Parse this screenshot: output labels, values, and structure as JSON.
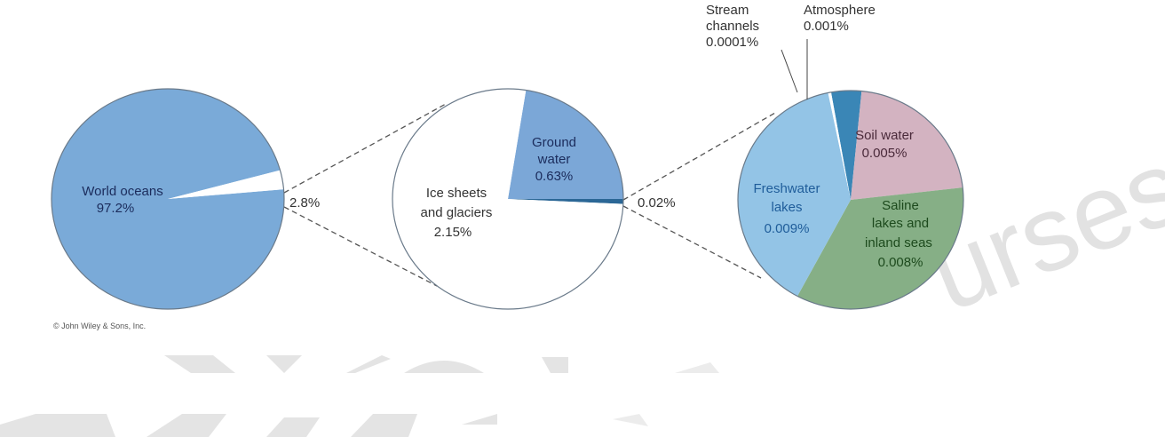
{
  "chart_data": [
    {
      "type": "pie",
      "slices": [
        {
          "label": "World oceans",
          "value": 97.2,
          "value_label": "97.2%",
          "color": "#7aaad8",
          "text_color": "#1b2c5c"
        },
        {
          "label": "",
          "value": 2.8,
          "value_label": "2.8%",
          "color": "#ffffff",
          "text_color": "#333333"
        }
      ]
    },
    {
      "type": "pie",
      "slices": [
        {
          "label": "Ground water",
          "label_lines": [
            "Ground",
            "water"
          ],
          "value": 0.63,
          "value_label": "0.63%",
          "color": "#7ba7d7",
          "text_color": "#1b2c5c"
        },
        {
          "label": "",
          "value": 0.02,
          "value_label": "0.02%",
          "color": "#2b6796",
          "text_color": "#333333"
        },
        {
          "label": "Ice sheets and glaciers",
          "label_lines": [
            "Ice sheets",
            "and glaciers"
          ],
          "value": 2.15,
          "value_label": "2.15%",
          "color": "#ffffff",
          "text_color": "#333333"
        }
      ]
    },
    {
      "type": "pie",
      "slices": [
        {
          "label": "Atmosphere",
          "label_lines": [
            "Atmosphere"
          ],
          "value": 0.001,
          "value_label": "0.001%",
          "color": "#3a86b6",
          "text_color": "#333333"
        },
        {
          "label": "Soil water",
          "label_lines": [
            "Soil water"
          ],
          "value": 0.005,
          "value_label": "0.005%",
          "color": "#d3b3c1",
          "text_color": "#4a2a3a"
        },
        {
          "label": "Saline lakes and inland seas",
          "label_lines": [
            "Saline",
            "lakes and",
            "inland seas"
          ],
          "value": 0.008,
          "value_label": "0.008%",
          "color": "#86af86",
          "text_color": "#1d4a1d"
        },
        {
          "label": "Freshwater lakes",
          "label_lines": [
            "Freshwater",
            "lakes"
          ],
          "value": 0.009,
          "value_label": "0.009%",
          "color": "#93c4e6",
          "text_color": "#1f5d9a"
        },
        {
          "label": "Stream channels",
          "label_lines": [
            "Stream",
            "channels"
          ],
          "value": 0.0001,
          "value_label": "0.0001%",
          "color": "#ffffff",
          "text_color": "#333333"
        }
      ]
    }
  ],
  "copyright": "© John Wiley & Sons, Inc.",
  "watermark": "urses"
}
